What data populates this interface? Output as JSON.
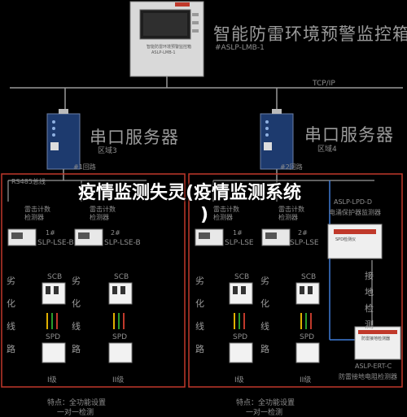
{
  "controller": {
    "screen_text_1": "智能防雷环境预警监控箱",
    "screen_text_2": "ASLP-LMB-1",
    "title": "智能防雷环境预警监控箱",
    "model": "#ASLP-LMB-1"
  },
  "network": {
    "label": "TCP/IP"
  },
  "servers": [
    {
      "title": "串口服务器",
      "zone": "区域3"
    },
    {
      "title": "串口服务器",
      "zone": "区域4"
    }
  ],
  "left_zone": {
    "bus_label": "RS485总线",
    "module_label": "#1回路",
    "monitors": [
      {
        "title": "雷击计数",
        "sub": "检测器",
        "num": "1#",
        "model": "SLP-LSE-B"
      },
      {
        "title": "雷击计数",
        "sub": "检测器",
        "num": "2#",
        "model": "SLP-LSE-B"
      }
    ],
    "vertical_text": [
      "劣",
      "化",
      "线",
      "路"
    ],
    "scb_label": "SCB",
    "spd_label": "SPD",
    "grades": [
      "I级",
      "II级"
    ],
    "footer": [
      "特点：全功能设置",
      "一对一检测"
    ]
  },
  "right_zone": {
    "bus_label": "#2回路",
    "monitors": [
      {
        "title": "雷击计数",
        "sub": "检测器",
        "num": "1#",
        "model": "SLP-LSE"
      },
      {
        "title": "雷击计数",
        "sub": "检测器",
        "num": "2#",
        "model": "SLP-LSE"
      }
    ],
    "vertical_text": [
      "劣",
      "化",
      "线",
      "路"
    ],
    "scb_label": "SCB",
    "spd_label": "SPD",
    "grades": [
      "I级",
      "II级"
    ],
    "footer": [
      "特点：全功能设置",
      "一对一检测"
    ],
    "ground_device": {
      "title": "防雷接地检测器",
      "model": "ASLP-ERT-C",
      "sub": "防雷接地电阻检测器"
    },
    "spd_device": {
      "title": "SPD检测仪",
      "model": "ASLP-LPD-D",
      "sub": "电涌保护器监测器"
    },
    "ground_vertical": [
      "接",
      "地",
      "检",
      "测"
    ]
  },
  "overlay_text": {
    "line1": "疫情监测失灵(疫情监测系统",
    "line2": ")"
  },
  "colors": {
    "accent_red": "#c0392b",
    "background": "#000000"
  }
}
